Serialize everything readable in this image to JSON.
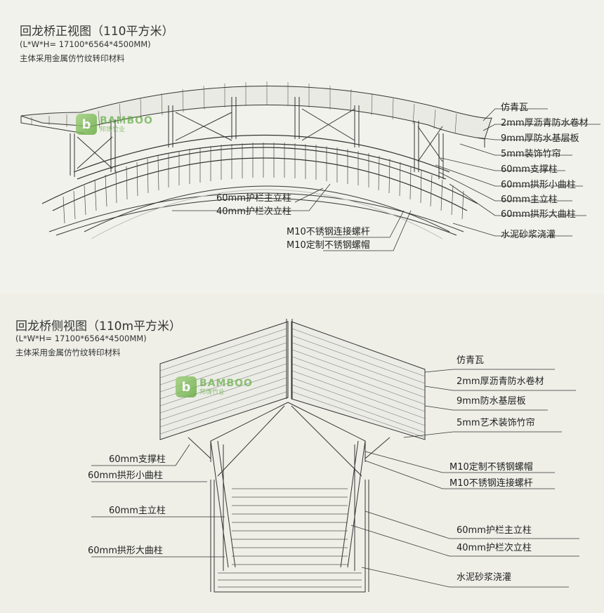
{
  "front": {
    "title": "回龙桥正视图（110平方米）",
    "dims": "(L*W*H= 17100*6564*4500MM)",
    "material": "主体采用金属仿竹纹转印材料",
    "labels_right": [
      "仿青瓦",
      "2mm厚沥青防水卷材",
      "9mm厚防水基层板",
      "5mm装饰竹帘",
      "60mm支撑柱",
      "60mm拱形小曲柱",
      "60mm主立柱",
      "60mm拱形大曲柱",
      "水泥砂浆浇灌"
    ],
    "labels_center": [
      "60mm护栏主立柱",
      "40mm护栏次立柱"
    ],
    "labels_bottom": [
      "M10不锈钢连接螺杆",
      "M10定制不锈钢螺帽"
    ]
  },
  "side": {
    "title": "回龙桥侧视图（110m平方米）",
    "dims": "(L*W*H= 17100*6564*4500MM)",
    "material": "主体采用金属仿竹纹转印材料",
    "labels_right_top": [
      "仿青瓦",
      "2mm厚沥青防水卷材",
      "9mm防水基层板",
      "5mm艺术装饰竹帘"
    ],
    "labels_right_mid": [
      "M10定制不锈钢螺帽",
      "M10不锈钢连接螺杆"
    ],
    "labels_right_bottom": [
      "60mm护栏主立柱",
      "40mm护栏次立柱",
      "水泥砂浆浇灌"
    ],
    "labels_left": [
      "60mm支撑柱",
      "60mm拱形小曲柱",
      "60mm主立柱",
      "60mm拱形大曲柱"
    ]
  },
  "logo": {
    "mark": "b",
    "name": "BAMBOO",
    "cn": "邦博竹业",
    "color": "#6ab04c"
  }
}
